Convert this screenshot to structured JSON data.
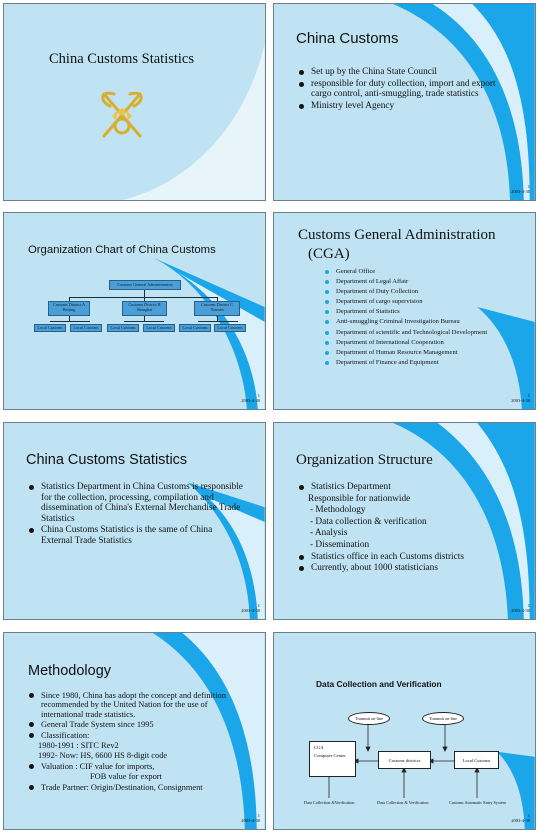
{
  "slides": {
    "s1": {
      "title": "China Customs Statistics",
      "logo_icon": "customs-emblem-icon",
      "emblem_color": "#e0b83a"
    },
    "s2": {
      "title": "China Customs",
      "bullets": [
        "Set up by the China State Council",
        "responsible for duty collection, import and export cargo control, anti-smuggling, trade statistics",
        "Ministry level Agency"
      ],
      "page": "1",
      "date": "2003-4-30"
    },
    "s3": {
      "title": "Organization Chart of China Customs",
      "root": "Customs General Administration",
      "districts": [
        {
          "name": "Customs District A",
          "city": "Beijing"
        },
        {
          "name": "Customs District B",
          "city": "Shanghai"
        },
        {
          "name": "Customs District C",
          "city": "Xiamen"
        }
      ],
      "local": "Local Customs",
      "page": "1",
      "date": "2003-4-30"
    },
    "s4": {
      "title": "Customs General Administration (CGA)",
      "title_line1": "Customs General Administration",
      "title_line2": "(CGA)",
      "items": [
        "General Office",
        "Department of Legal Affair",
        "Department of Duty Collection",
        "Department of cargo supervision",
        "Department of Statistics",
        "Anti-smuggling Criminal Investigation Bureau",
        "Department of scientific and Technological Development",
        "Department of International Cooperation",
        "Department of Human Resource Management",
        "Department of Finance and Equipment"
      ],
      "bullet_color": "#1aa6e8",
      "page": "1",
      "date": "2003-4-30"
    },
    "s5": {
      "title": "China Customs Statistics",
      "bullets": [
        "Statistics Department in China Customs is responsible for the collection, processing, compilation and dissemination of China's External Merchandise Trade Statistics",
        "China Customs Statistics is the same of China External Trade Statistics"
      ],
      "page": "1",
      "date": "2003-4-30"
    },
    "s6": {
      "title": "Organization Structure",
      "lines": [
        {
          "text": "Statistics Department",
          "bullet": true
        },
        {
          "text": "Responsible for nationwide",
          "bullet": false
        },
        {
          "text": "- Methodology",
          "bullet": false
        },
        {
          "text": "- Data collection & verification",
          "bullet": false
        },
        {
          "text": "- Analysis",
          "bullet": false
        },
        {
          "text": "- Dissemination",
          "bullet": false
        },
        {
          "text": "Statistics office in each Customs districts",
          "bullet": true
        },
        {
          "text": "Currently, about 1000 statisticians",
          "bullet": true
        }
      ],
      "page": "1",
      "date": "2003-4-30"
    },
    "s7": {
      "title": "Methodology",
      "lines": [
        {
          "text": "Since 1980, China has adopt the concept and definition recommended by the United Nation for the use of international trade statistics.",
          "bullet": true
        },
        {
          "text": "General Trade System since 1995",
          "bullet": true
        },
        {
          "text": "Classification:",
          "bullet": true
        },
        {
          "text": "1980-1991 : SITC Rev2",
          "bullet": false
        },
        {
          "text": "1992- Now: HS, 6600 HS 8-digit code",
          "bullet": false
        },
        {
          "text": "Valuation : CIF value for imports,",
          "bullet": true
        },
        {
          "text": "FOB value for export",
          "bullet": false
        },
        {
          "text": "Trade Partner: Origin/Destination, Consignment",
          "bullet": true
        }
      ],
      "page": "1",
      "date": "2003-4-30"
    },
    "s8": {
      "title": "Data Collection and Verification",
      "ovals": [
        "Transmit on-line",
        "Transmit on-line"
      ],
      "boxes": {
        "cga": "CGA",
        "center": "Computer Center",
        "districts": "Customs districts",
        "local": "Local Customs"
      },
      "captions": [
        "Data Collection &Verification",
        "Data Collection & Verification",
        "Customs Automatic Entry System"
      ],
      "page": "1",
      "date": "2003-4-30"
    }
  }
}
